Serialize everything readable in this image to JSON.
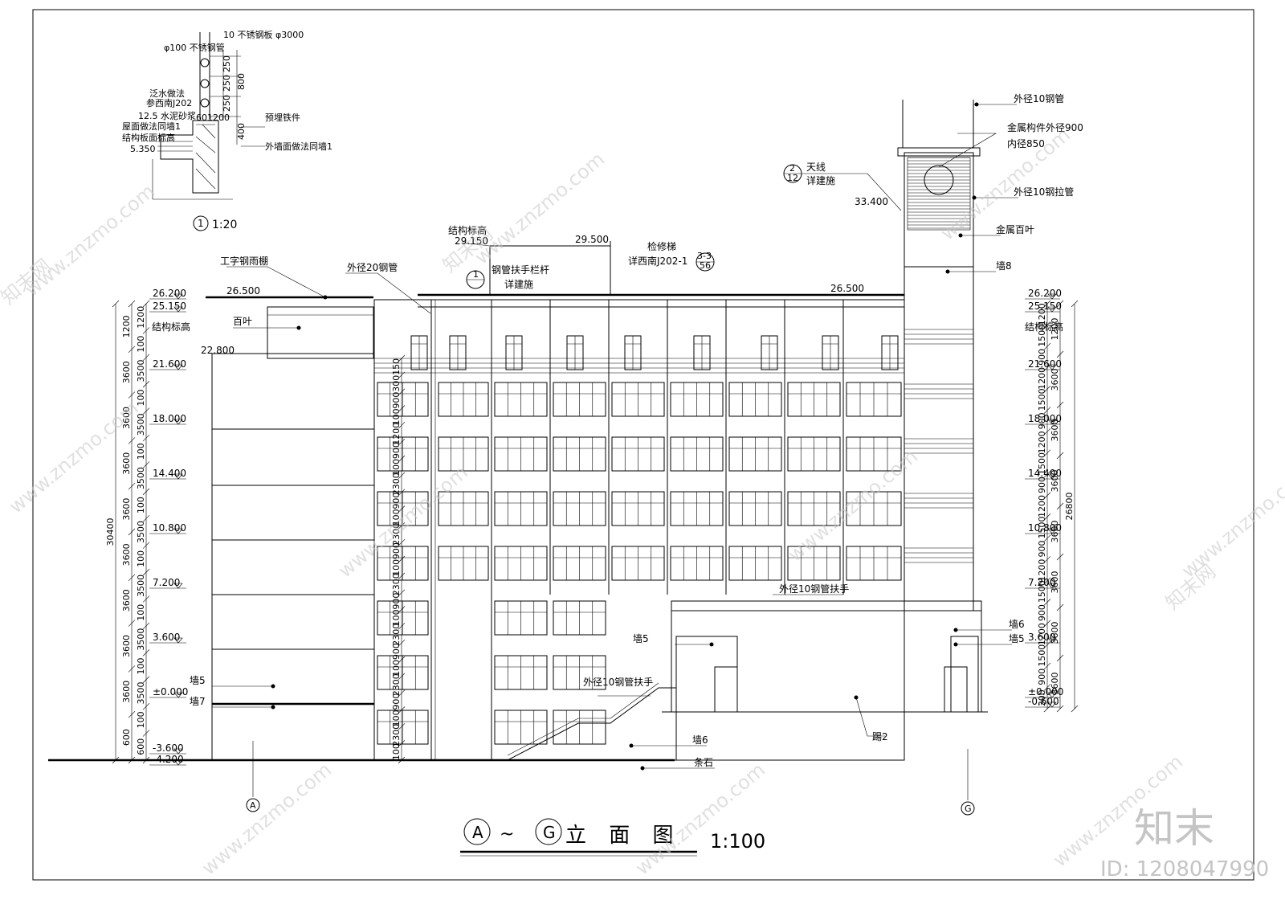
{
  "title": {
    "grid_start": "A",
    "tilde": "~",
    "grid_end": "G",
    "name": "立 面 图",
    "scale": "1:100"
  },
  "detail": {
    "ref_no": "1",
    "scale": "1:20",
    "notes": [
      "φ100 不锈钢管",
      "10 不锈钢板 φ3000",
      "泛水做法",
      "参西南J202",
      "12.5 水泥砂浆",
      "屋面做法同墙1",
      "结构板面标高",
      "外墙面做法同墙1",
      "预埋铁件"
    ],
    "level": "5.350",
    "dims": [
      "250",
      "250",
      "250",
      "800",
      "400",
      "60",
      "1200"
    ]
  },
  "labels": {
    "steel_canopy": "工字钢雨棚",
    "louver": "百叶",
    "pipe20": "外径20钢管",
    "struct_level": "结构标高",
    "struct_level_right": "结构标高",
    "level_29150": "29.150",
    "level_29500": "29.500",
    "ladder": "检修梯",
    "ladder_ref": "详西南J202-1",
    "ladder_sym_top": "3-3",
    "ladder_sym_bot": "56",
    "rail_sym": "1",
    "rail": "钢管扶手栏杆",
    "rail_ref": "详建施",
    "antenna_sym_top": "2",
    "antenna_sym_bot": "12",
    "antenna": "天线",
    "antenna_ref": "详建施",
    "level_33400": "33.400",
    "pipe10_top": "外径10钢管",
    "metal_outer": "金属构件外径900",
    "metal_inner": "内径850",
    "pipe10_tie": "外径10钢拉管",
    "metal_louver": "金属百叶",
    "wall8": "墙8",
    "level_26500_l": "26.500",
    "level_26500_r": "26.500",
    "level_22800": "22.800",
    "handrail_top": "外径10钢管扶手",
    "handrail_stair": "外径10钢管扶手",
    "wall5_mid": "墙5",
    "wall5_left": "墙5",
    "wall7": "墙7",
    "wall6_right": "墙6",
    "wall5_right": "墙5",
    "wall6_bottom": "墙6",
    "stone": "条石",
    "step2": "踢2",
    "axis_a": "A",
    "axis_g": "G"
  },
  "left_levels": [
    "26.200",
    "25.150",
    "21.600",
    "18.000",
    "14.400",
    "10.800",
    "7.200",
    "3.600",
    "±0.000",
    "-3.600",
    "-4.200"
  ],
  "right_levels": [
    "26.200",
    "25.150",
    "21.600",
    "18.000",
    "14.400",
    "10.800",
    "7.200",
    "3.600",
    "±0.000",
    "-0.600"
  ],
  "left_outer_total": "30400",
  "right_outer_total": "26800",
  "left_dims_a": [
    "600",
    "3600",
    "3600",
    "3600",
    "3600",
    "3600",
    "3600",
    "3600",
    "3600",
    "1200"
  ],
  "left_dims_b": [
    "600",
    "100",
    "3500",
    "100",
    "3500",
    "100",
    "3500",
    "100",
    "3500",
    "100",
    "3500",
    "100",
    "3500",
    "100",
    "3500",
    "100",
    "1200"
  ],
  "right_dims_a": [
    "3600",
    "3600",
    "3600",
    "3600",
    "3600",
    "3600",
    "3600",
    "1200"
  ],
  "right_dims_b": [
    "300",
    "900",
    "1500",
    "1200",
    "900",
    "1500",
    "1200",
    "900",
    "1500",
    "1200",
    "900",
    "1500",
    "1200",
    "900",
    "1500",
    "1200",
    "900",
    "1500",
    "1200"
  ],
  "window_dims": [
    "100",
    "2300",
    "100",
    "900",
    "2300",
    "100",
    "900",
    "2300",
    "100",
    "900",
    "2300",
    "100",
    "900",
    "2300",
    "100",
    "900",
    "2300",
    "100",
    "900",
    "1200",
    "100",
    "900",
    "300",
    "150"
  ],
  "watermark": {
    "site": "www.znzmo.com",
    "brand": "知末网",
    "logo": "知末",
    "id": "ID: 1208047990"
  }
}
